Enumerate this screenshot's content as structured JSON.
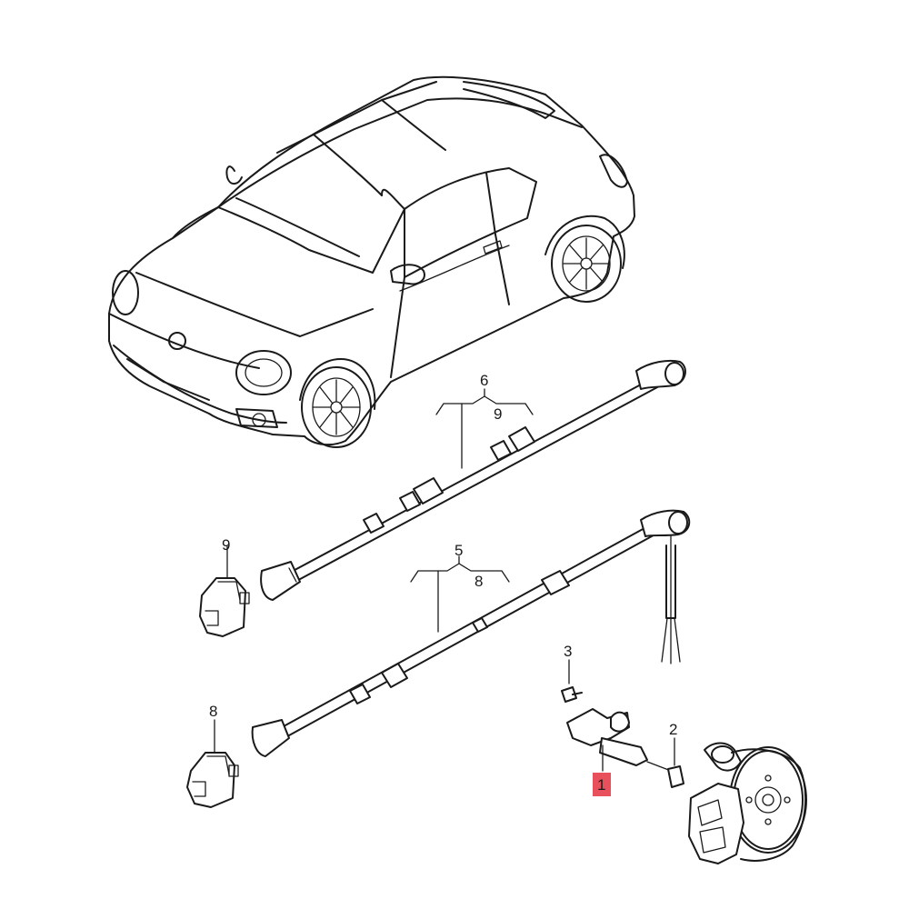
{
  "diagram": {
    "callouts": {
      "c1": "1",
      "c2": "2",
      "c3": "3",
      "c5": "5",
      "c6": "6",
      "c8_label": "8",
      "c8_bracket": "8",
      "c9_label": "9",
      "c9_bracket": "9"
    },
    "highlight_color": "#e8505b",
    "highlighted_part": "1"
  }
}
